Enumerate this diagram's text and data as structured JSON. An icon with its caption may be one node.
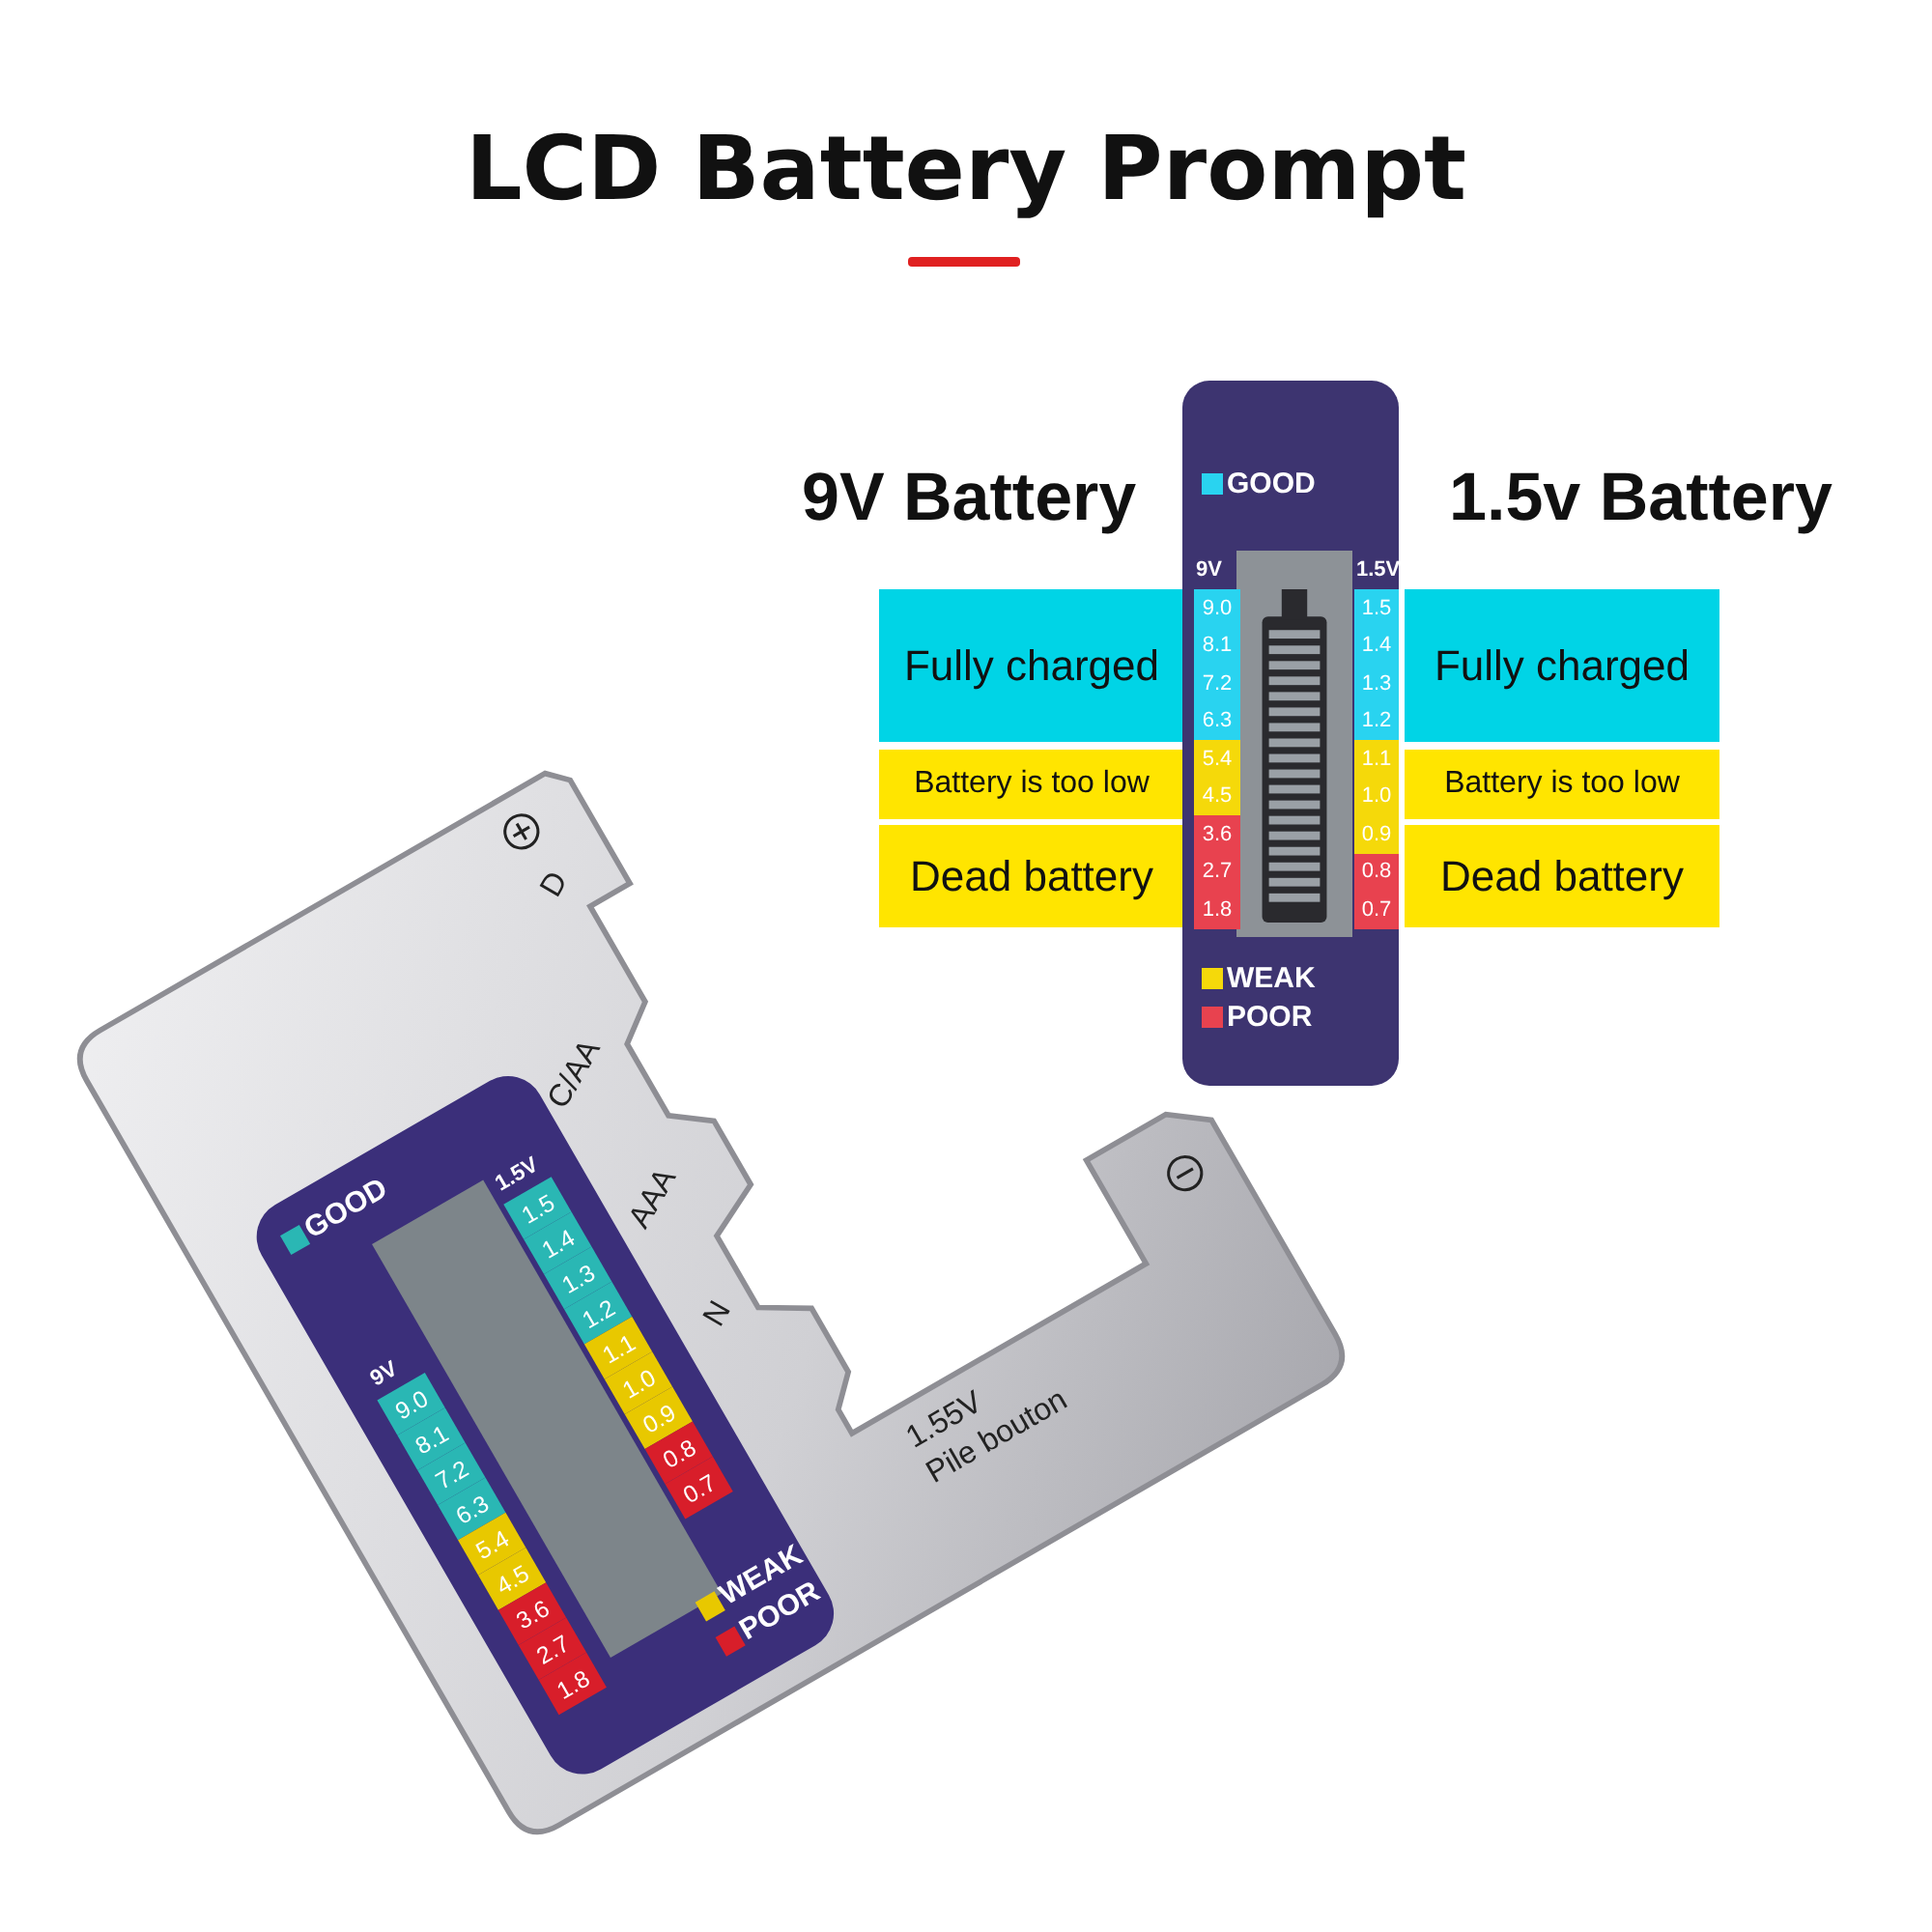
{
  "diagram": {
    "title": "LCD Battery Prompt",
    "nodes": [
      {
        "text": [
          "Fully charged"
        ]
      },
      {
        "text": [
          "Fully charged"
        ]
      },
      {
        "text": [
          "Battery is too low"
        ]
      },
      {
        "text": [
          "Battery is too low"
        ]
      },
      {
        "text": [
          "Dead battery"
        ]
      },
      {
        "text": [
          "Dead battery"
        ]
      }
    ],
    "labels": [
      "9V Battery",
      "1.5v Battery",
      "9V",
      "1.5V",
      "9.0",
      "8.1",
      "7.2",
      "6.3",
      "5.4",
      "4.5",
      "3.6",
      "2.7",
      "1.8",
      "1.5",
      "1.4",
      "1.3",
      "1.2",
      "1.1",
      "1.0",
      "0.9",
      "0.8",
      "0.7",
      "D",
      "C/AA",
      "AAA",
      "N",
      "1.5V",
      "9V",
      "9.0",
      "8.1",
      "7.2",
      "6.3",
      "5.4",
      "4.5",
      "3.6",
      "2.7",
      "1.8",
      "1.5",
      "1.4",
      "1.3",
      "1.2",
      "1.1",
      "1.0",
      "0.9",
      "0.8",
      "0.7",
      "1.55V",
      "Pile bouton"
    ],
    "legend": [
      {
        "text": "GOOD",
        "color": "#29d3f0"
      },
      {
        "text": "WEAK",
        "color": "#f5d90a"
      },
      {
        "text": "POOR",
        "color": "#e8424f"
      },
      {
        "text": "GOOD",
        "color": "#2ab7b4"
      },
      {
        "text": "WEAK",
        "color": "#e8c800"
      },
      {
        "text": "POOR",
        "color": "#d81e2a"
      }
    ]
  }
}
